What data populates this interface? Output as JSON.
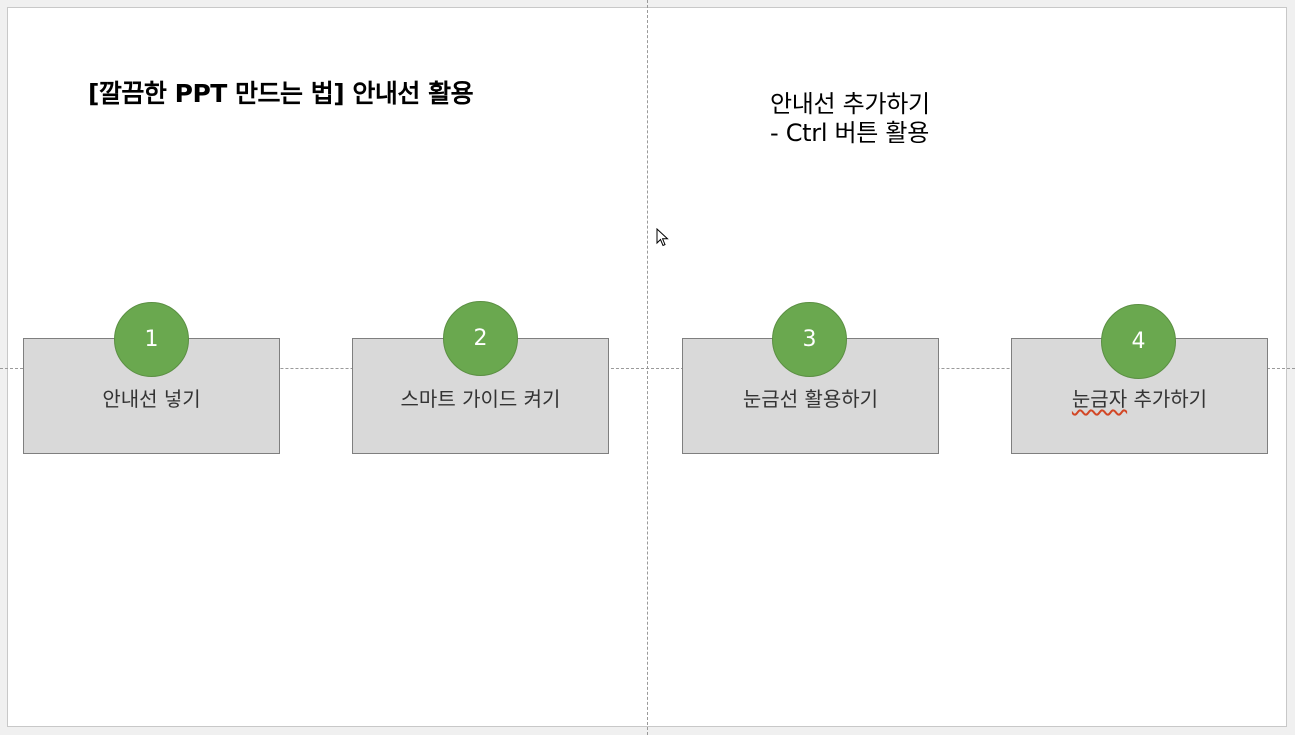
{
  "slide": {
    "title": "[깔끔한 PPT 만드는 법] 안내선 활용",
    "note_line1": "안내선 추가하기",
    "note_line2": "- Ctrl 버튼 활용"
  },
  "steps": [
    {
      "number": "1",
      "label": "안내선 넣기"
    },
    {
      "number": "2",
      "label": "스마트 가이드 켜기"
    },
    {
      "number": "3",
      "label": "눈금선 활용하기"
    },
    {
      "number": "4",
      "label_underlined": "눈금자",
      "label_rest": " 추가하기"
    }
  ],
  "colors": {
    "badge": "#6aa84f",
    "card": "#d9d9d9",
    "guide": "#9a9a9a"
  },
  "icons": {
    "cursor": "mouse-pointer-icon"
  }
}
